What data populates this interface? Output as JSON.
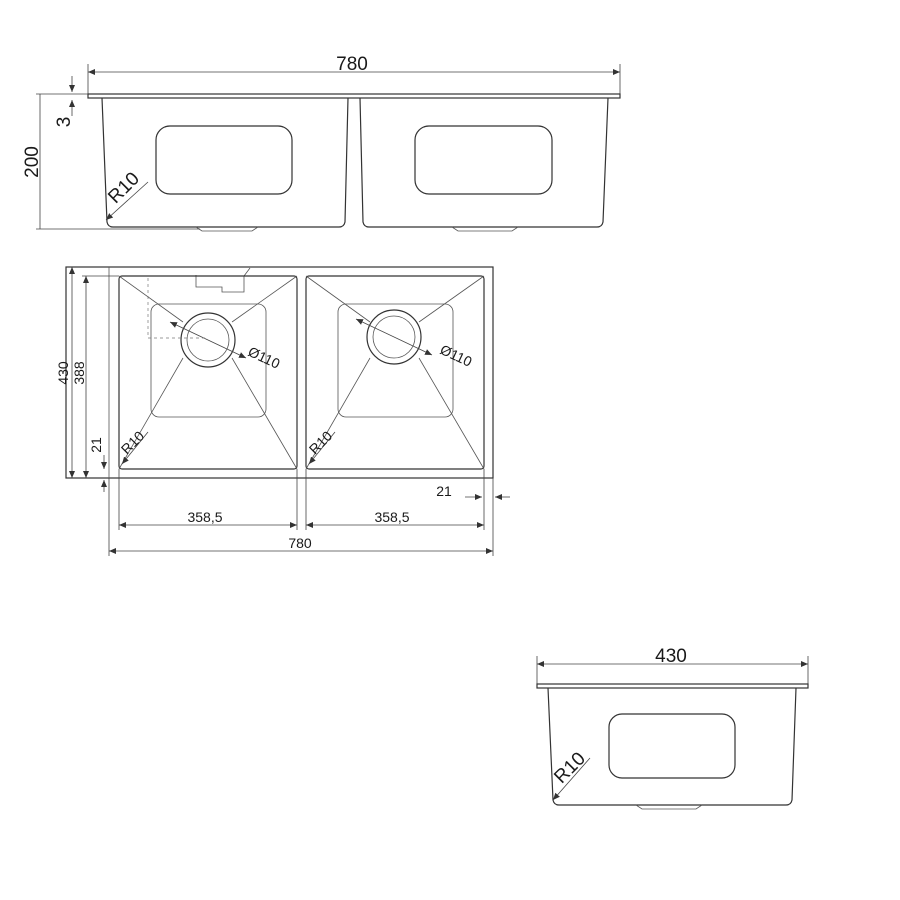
{
  "front_view": {
    "width_label": "780",
    "height_label": "200",
    "flange_label": "3",
    "radius_label": "R10"
  },
  "top_view": {
    "outer_depth_label": "430",
    "inner_depth_label": "388",
    "offset_left_label": "21",
    "offset_right_label": "21",
    "drain_left_label": "Ø110",
    "drain_right_label": "Ø110",
    "radius_left_label": "R10",
    "radius_right_label": "R10",
    "bowl_left_width_label": "358,5",
    "bowl_right_width_label": "358,5",
    "total_width_label": "780"
  },
  "side_view": {
    "width_label": "430",
    "radius_label": "R10"
  }
}
